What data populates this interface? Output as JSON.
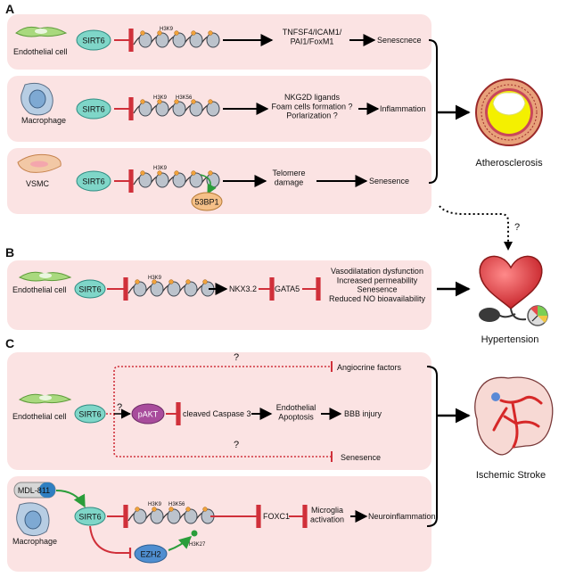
{
  "panels": {
    "a": "A",
    "b": "B",
    "c": "C"
  },
  "colors": {
    "panel_fill": "#fbe3e3",
    "sirt6_fill": "#7fd6c8",
    "inhibit": "#d0303a",
    "activate": "#2a9d3a",
    "h3k9_cell": "#9fd27a"
  },
  "section_a": {
    "row1": {
      "cell": "Endothelial cell",
      "sirt6": "SIRT6",
      "mark1": "H3K9",
      "targets": "TNFSF4/ICAM1/\nPAI1/FoxM1",
      "outcome": "Senescnece"
    },
    "row2": {
      "cell": "Macrophage",
      "sirt6": "SIRT6",
      "mark1": "H3K9",
      "mark2": "H3K56",
      "targets": "NKG2D ligands\nFoam cells formation ?\nPorlarization ?",
      "outcome": "Inflammation"
    },
    "row3": {
      "cell": "VSMC",
      "sirt6": "SIRT6",
      "mark1": "H3K9",
      "protein": "53BP1",
      "targets": "Telomere\ndamage",
      "outcome": "Senesence"
    },
    "disease": "Atherosclerosis"
  },
  "question_mark": "?",
  "section_b": {
    "cell": "Endothelial cell",
    "sirt6": "SIRT6",
    "mark1": "H3K9",
    "gene1": "NKX3.2",
    "gene2": "GATA5",
    "effects": "Vasodilatation dysfunction\nIncreased permeability\nSenesence\nReduced NO bioavailability",
    "disease": "Hypertension"
  },
  "section_c": {
    "endo": {
      "cell": "Endothelial cell",
      "sirt6": "SIRT6",
      "q_pakt": "?",
      "pakt": "pAKT",
      "caspase": "cleaved Caspase 3",
      "apoptosis": "Endothelial\nApoptosis",
      "bbb": "BBB injury",
      "angiocrine": "Angiocrine factors",
      "senesence": "Senesence",
      "q_top": "?",
      "q_bottom": "?"
    },
    "macro": {
      "drug": "MDL-811",
      "cell": "Macrophage",
      "sirt6": "SIRT6",
      "mark1": "H3K9",
      "mark2": "H3K56",
      "gene": "FOXC1",
      "microglia": "Microglia\nactivation",
      "neuro": "Neuroinflammation",
      "ezh2": "EZH2",
      "mark3": "H3K27"
    },
    "disease": "Ischemic Stroke"
  }
}
